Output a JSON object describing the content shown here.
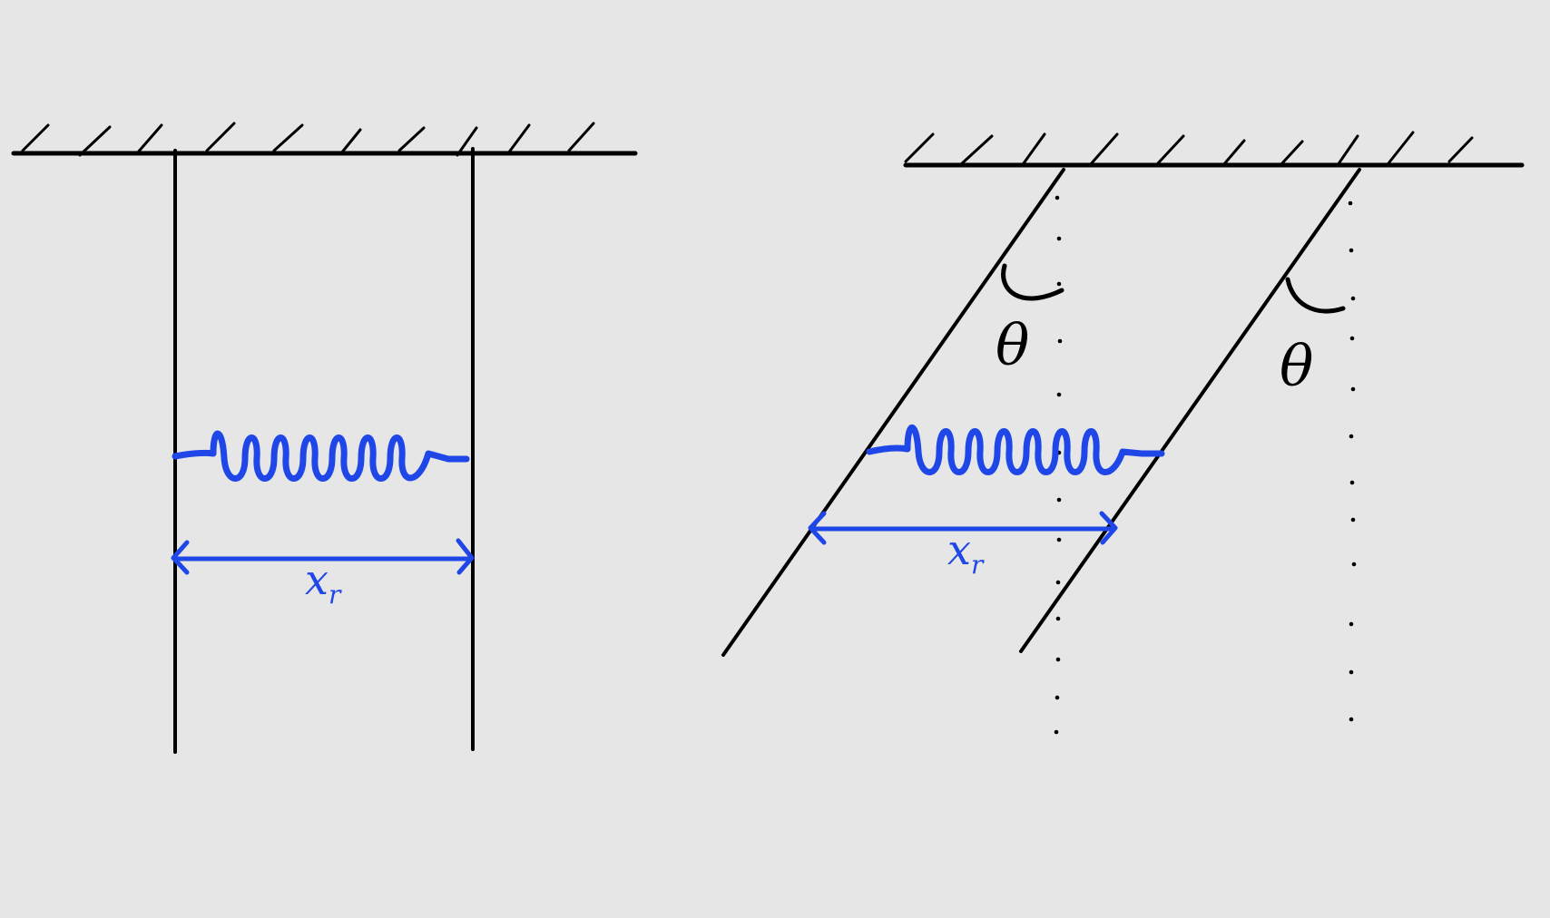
{
  "colors": {
    "background": "#e6e6e6",
    "ink": "#000000",
    "spring": "#1f47e8"
  },
  "left_diagram": {
    "distance_label_var": "x",
    "distance_label_sub": "r"
  },
  "right_diagram": {
    "angle_label_left": "θ",
    "angle_label_right": "θ",
    "distance_label_var": "x",
    "distance_label_sub": "r"
  }
}
